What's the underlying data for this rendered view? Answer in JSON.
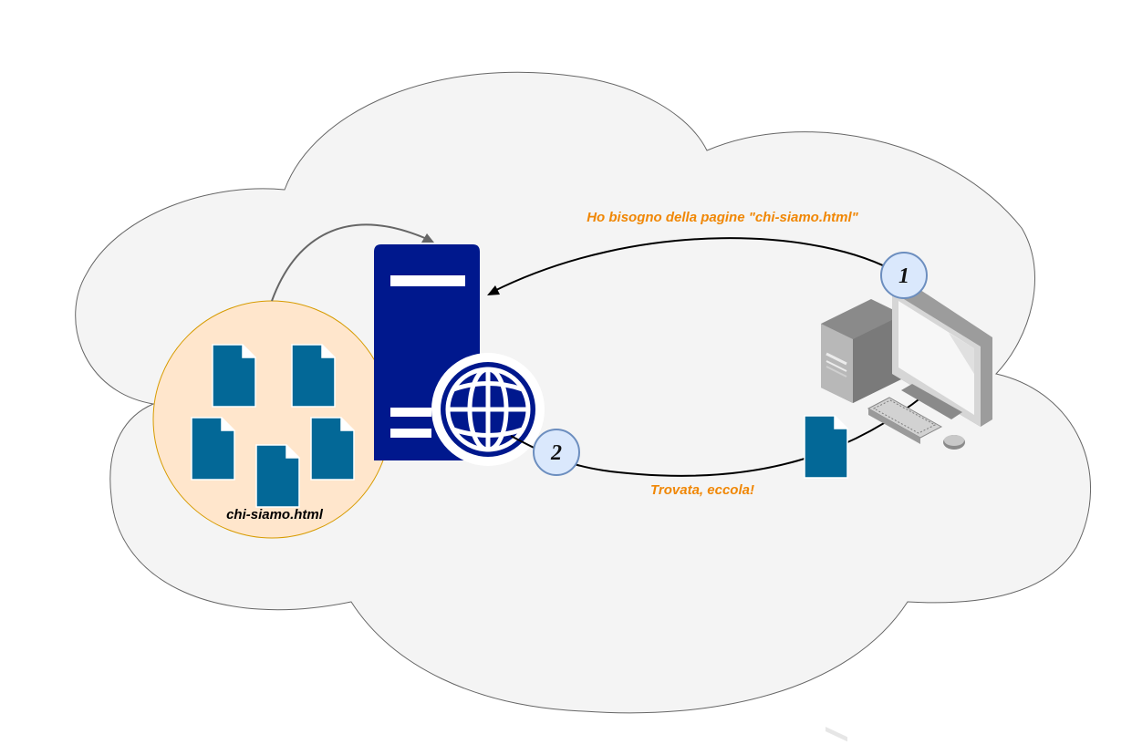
{
  "request_label": "Ho bisogno della pagine \"chi-siamo.html\"",
  "response_label": "Trovata, eccola!",
  "file_label": "chi-siamo.html",
  "step_request": "1",
  "step_response": "2",
  "colors": {
    "cloud_fill": "#f4f4f4",
    "cloud_stroke": "#666666",
    "folder_fill": "#ffe6cc",
    "folder_stroke": "#d79b00",
    "file_icon": "#036897",
    "server": "#00188d",
    "label_orange": "#f08705",
    "step_badge": "#dae8fc",
    "step_badge_stroke": "#6c8ebf"
  },
  "icons": [
    "cloud",
    "document-icon",
    "web-server-icon",
    "globe-icon",
    "desktop-computer-icon",
    "keyboard-icon",
    "mouse-icon"
  ]
}
